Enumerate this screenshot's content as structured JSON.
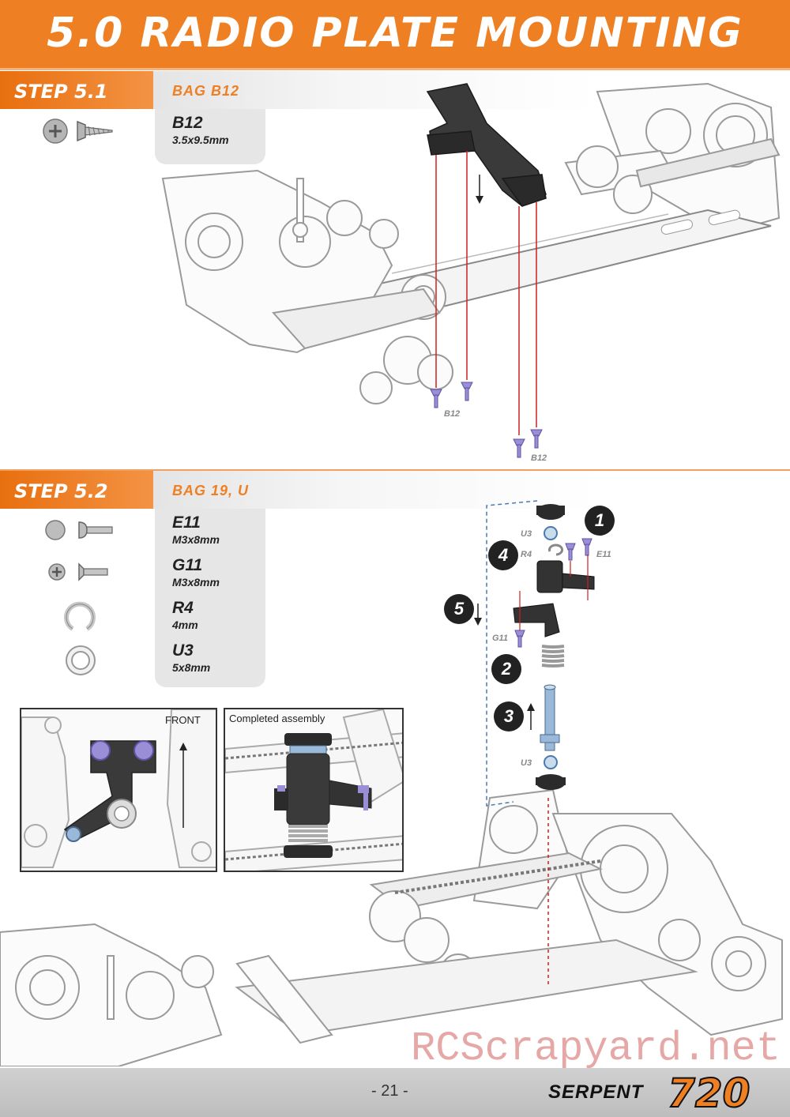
{
  "page": {
    "title": "5.0 RADIO PLATE MOUNTING",
    "page_number": "- 21 -",
    "brand": "SERPENT",
    "model": "720",
    "watermark": "RCScrapyard.net"
  },
  "step1": {
    "label": "STEP 5.1",
    "bag": "BAG B12",
    "parts": [
      {
        "code": "B12",
        "size": "3.5x9.5mm",
        "icon": "countersunk-screw-icon"
      }
    ],
    "callouts": [
      "B12",
      "B12"
    ]
  },
  "step2": {
    "label": "STEP 5.2",
    "bag": "BAG 19, U",
    "parts": [
      {
        "code": "E11",
        "size": "M3x8mm",
        "icon": "button-head-screw-icon"
      },
      {
        "code": "G11",
        "size": "M3x8mm",
        "icon": "flat-head-screw-icon"
      },
      {
        "code": "R4",
        "size": "4mm",
        "icon": "e-clip-icon"
      },
      {
        "code": "U3",
        "size": "5x8mm",
        "icon": "washer-icon"
      }
    ],
    "callouts": {
      "u3_top": "U3",
      "r4": "R4",
      "e11": "E11",
      "g11": "G11",
      "u3_bottom": "U3",
      "steps": [
        "1",
        "4",
        "5",
        "2",
        "3"
      ]
    },
    "detail_front": "FRONT",
    "detail_completed": "Completed assembly"
  },
  "colors": {
    "accent": "#ee7f22",
    "screw": "#9a8fd6",
    "plastic": "#2b2b2b",
    "guide_line": "#cc2222"
  }
}
